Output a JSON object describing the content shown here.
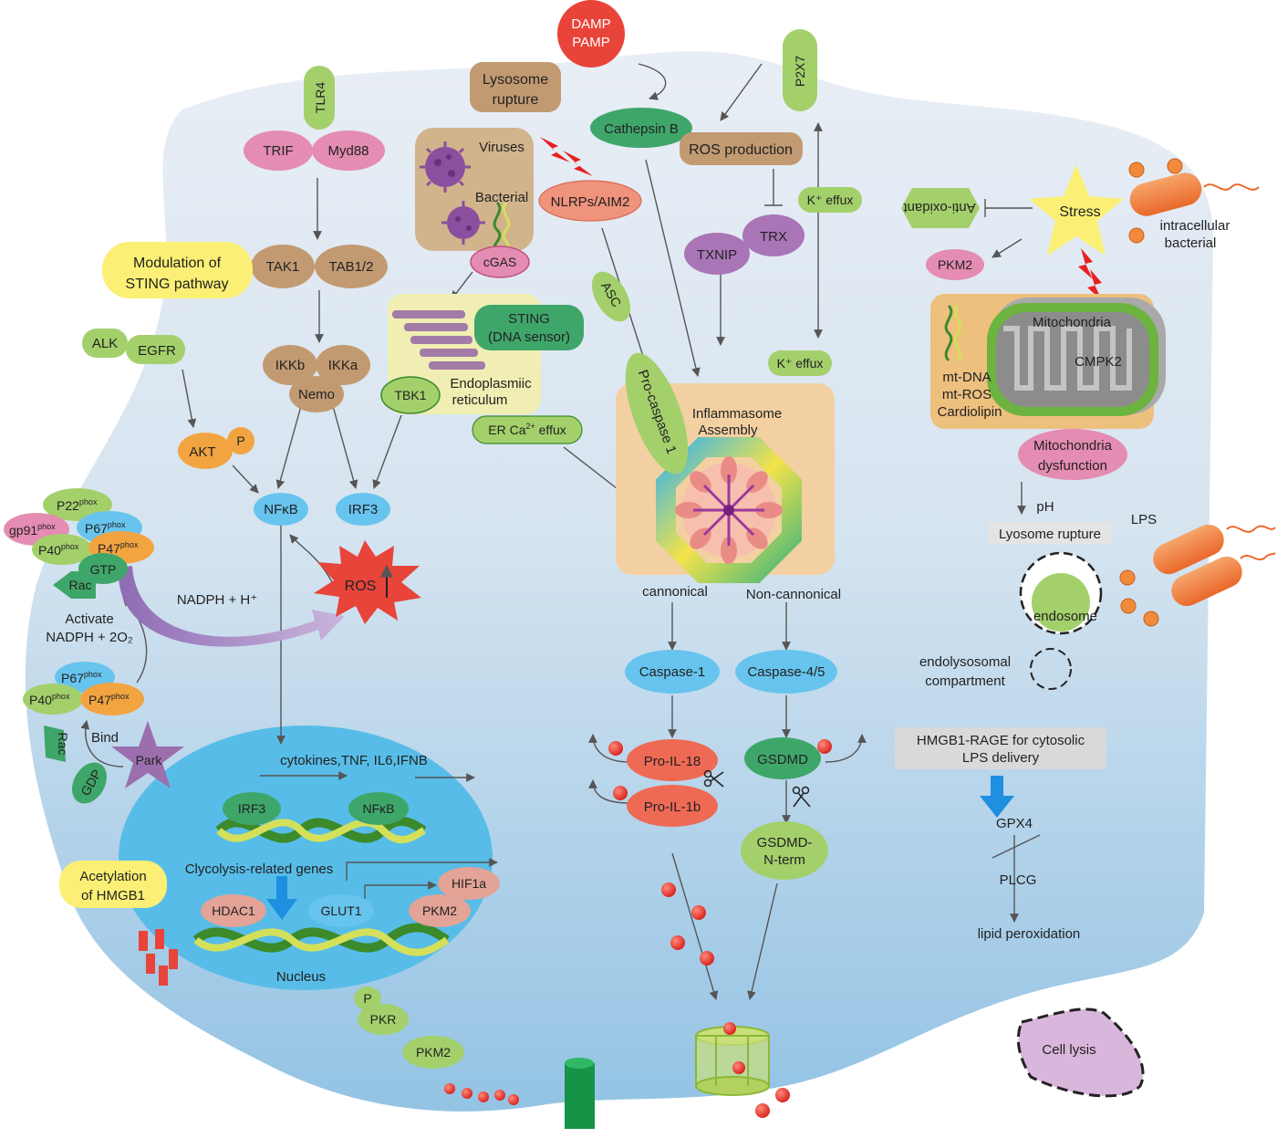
{
  "colors": {
    "cell_top": "#e6ebf3",
    "cell_bottom": "#9cc8e6",
    "nucleus": "#57bde8",
    "green": "#a3d06b",
    "green_dark": "#3fa66a",
    "pink": "#e48cb2",
    "brown": "#c29a72",
    "purple": "#a975b6",
    "orange": "#f2a441",
    "blue_oval": "#67c4ee",
    "red": "#e8443a",
    "yellow": "#fbf075",
    "tan_box": "#f3d0a2"
  },
  "tlr4": {
    "receptor": "TLR4",
    "trif": "TRIF",
    "myd88": "Myd88",
    "tak1": "TAK1",
    "tab12": "TAB1/2",
    "ikkb": "IKKb",
    "ikka": "IKKa",
    "nemo": "Nemo"
  },
  "sting_mod": {
    "line1": "Modulation of",
    "line2": "STING pathway"
  },
  "egfr": {
    "alk": "ALK",
    "egfr": "EGFR",
    "akt": "AKT",
    "p": "P"
  },
  "nfkb": "NFκB",
  "irf3": "IRF3",
  "ros": "ROS",
  "nadph": {
    "p22": "P22",
    "gp91": "gp91",
    "p67": "P67",
    "p40": "P40",
    "p47": "P47",
    "phox": "phox",
    "gtp": "GTP",
    "rac": "Rac",
    "gdp": "GDP",
    "nadph_h": "NADPH + H⁺",
    "activate": "Activate",
    "nadph_2o2": "NADPH + 2O₂",
    "bind": "Bind",
    "park": "Park"
  },
  "pathogens": {
    "viruses": "Viruses",
    "bacterial": "Bacterial",
    "cgas": "cGAS"
  },
  "er": {
    "sting1": "STING",
    "sting2": "(DNA sensor)",
    "tbk1": "TBK1",
    "er1": "Endoplasmiic",
    "er2": "reticulum",
    "ca_efflux_pre": "ER Ca",
    "ca_sup": "2+",
    "ca_efflux_post": " effux"
  },
  "lysosome": {
    "line1": "Lysosome",
    "line2": "rupture"
  },
  "damp": {
    "line1": "DAMP",
    "line2": "PAMP"
  },
  "cathepsin": "Cathepsin B",
  "ros_production": "ROS production",
  "p2x7": "P2X7",
  "k_efflux_top": "K⁺ effux",
  "k_efflux_bottom": "K⁺ effux",
  "nlrp": "NLRPs/AIM2",
  "txnip": "TXNIP",
  "trx": "TRX",
  "asc": "ASC",
  "procaspase": "Pro-caspase 1",
  "inflammasome": {
    "line1": "Inflammasome",
    "line2": "Assembly"
  },
  "pyroptosis": {
    "canonical": "cannonical",
    "noncanonical": "Non-cannonical",
    "casp1": "Caspase-1",
    "casp45": "Caspase-4/5",
    "pro_il18": "Pro-IL-18",
    "pro_il1b": "Pro-IL-1b",
    "gsdmd": "GSDMD",
    "gsdmd_n1": "GSDMD-",
    "gsdmd_n2": "N-term"
  },
  "stress": {
    "anti_oxidant": "Anti-oxidant",
    "stress": "Stress",
    "intracellular1": "intracellular",
    "intracellular2": "bacterial",
    "pkm2": "PKM2"
  },
  "mito": {
    "mitochondria": "Mitochondria",
    "cmpk2": "CMPK2",
    "mtdna": "mt-DNA",
    "mtros": "mt-ROS",
    "cardiolipin": "Cardiolipin",
    "dys1": "Mitochondria",
    "dys2": "dysfunction"
  },
  "lyso_right": {
    "ph": "pH",
    "rupture": "Lyosome rupture",
    "lps": "LPS",
    "endosome": "endosome",
    "endo1": "endolysosomal",
    "endo2": "compartment"
  },
  "hmgb1": {
    "line1": "HMGB1-RAGE for cytosolic",
    "line2": "LPS delivery"
  },
  "ferro": {
    "gpx4": "GPX4",
    "plcg": "PLCG",
    "lipid": "lipid peroxidation"
  },
  "nucleus": {
    "cytokines": "cytokines,TNF, IL6,IFNB",
    "irf3": "IRF3",
    "nfkb": "NFκB",
    "glycolysis": "Clycolysis-related genes",
    "hif1a": "HIF1a",
    "hdac1": "HDAC1",
    "glut1": "GLUT1",
    "pkm2": "PKM2",
    "label": "Nucleus"
  },
  "acetylation": {
    "line1": "Acetylation",
    "line2": "of HMGB1"
  },
  "pkr": {
    "p": "P",
    "pkr": "PKR",
    "pkm2": "PKM2"
  },
  "cell_lysis": "Cell lysis"
}
